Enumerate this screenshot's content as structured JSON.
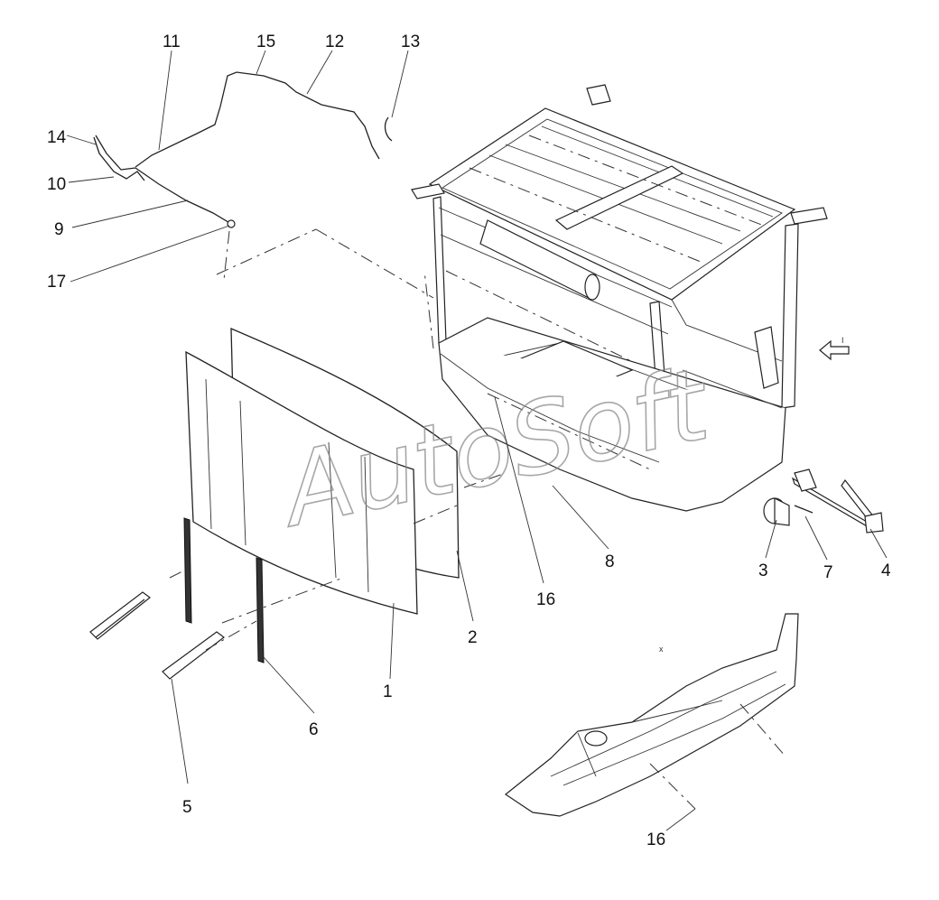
{
  "watermark": "AutoSoft",
  "view_marker": "I",
  "view_marker_small": "x",
  "callouts": [
    {
      "id": "c11",
      "label": "11"
    },
    {
      "id": "c15",
      "label": "15"
    },
    {
      "id": "c12",
      "label": "12"
    },
    {
      "id": "c13",
      "label": "13"
    },
    {
      "id": "c14",
      "label": "14"
    },
    {
      "id": "c10",
      "label": "10"
    },
    {
      "id": "c9",
      "label": "9"
    },
    {
      "id": "c17",
      "label": "17"
    },
    {
      "id": "c3",
      "label": "3"
    },
    {
      "id": "c7",
      "label": "7"
    },
    {
      "id": "c4",
      "label": "4"
    },
    {
      "id": "c8",
      "label": "8"
    },
    {
      "id": "c16a",
      "label": "16"
    },
    {
      "id": "c2",
      "label": "2"
    },
    {
      "id": "c1",
      "label": "1"
    },
    {
      "id": "c6",
      "label": "6"
    },
    {
      "id": "c5",
      "label": "5"
    },
    {
      "id": "c16b",
      "label": "16"
    }
  ]
}
